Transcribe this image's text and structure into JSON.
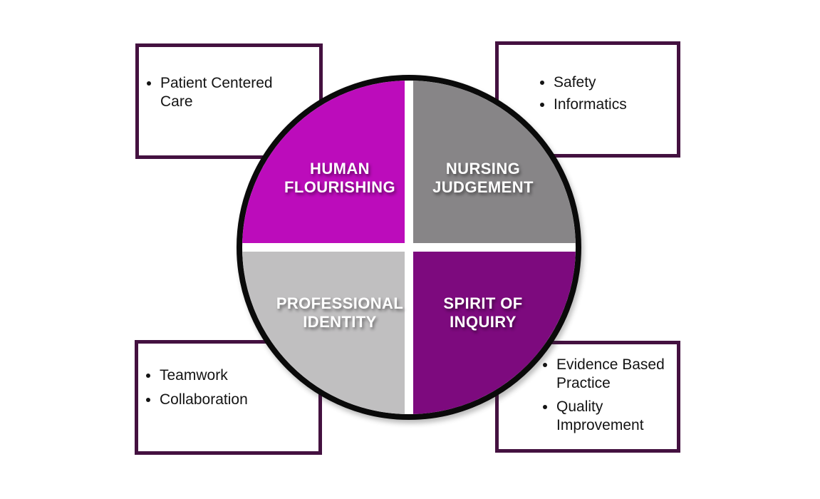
{
  "circle": {
    "border_color": "#0A0A0A",
    "divider_color": "#FFFFFF",
    "quadrants": [
      {
        "id": "human-flourishing",
        "label": "HUMAN\nFLOURISHING",
        "color": "#BC0CBB"
      },
      {
        "id": "nursing-judgement",
        "label": "NURSING\nJUDGEMENT",
        "color": "#878587"
      },
      {
        "id": "professional-identity",
        "label": "PROFESSIONAL\nIDENTITY",
        "color": "#C0BFC0"
      },
      {
        "id": "spirit-of-inquiry",
        "label": "SPIRIT OF\nINQUIRY",
        "color": "#7D0A7E"
      }
    ]
  },
  "boxes": {
    "border_color": "#441140",
    "top_left": {
      "items": [
        "Patient Centered\nCare"
      ]
    },
    "top_right": {
      "items": [
        "Safety",
        "Informatics"
      ]
    },
    "bottom_left": {
      "items": [
        "Teamwork",
        "Collaboration"
      ]
    },
    "bottom_right": {
      "items": [
        "Evidence Based\nPractice",
        "Quality\nImprovement"
      ]
    }
  }
}
